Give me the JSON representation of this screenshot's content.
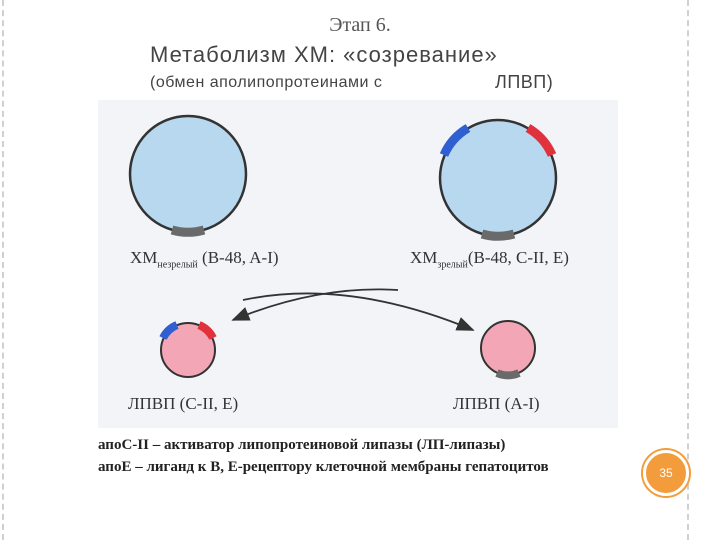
{
  "slide": {
    "title_line1": "Этап 6.",
    "title_line2": "Метаболизм ХМ: «созревание»",
    "title_line3_a": "(обмен аполипопротеинами с",
    "title_line3_b": "ЛПВП)",
    "page_number": "35"
  },
  "diagram": {
    "xm_immature_main": "ХМ",
    "xm_immature_sub": "незрелый",
    "xm_immature_apo": "(B-48, A-I)",
    "xm_mature_main": "ХМ",
    "xm_mature_sub": "зрелый",
    "xm_mature_apo": "(B-48, C-II, E)",
    "hdl_left": "ЛПВП (C-II, E)",
    "hdl_right": "ЛПВП (A-I)"
  },
  "captions": {
    "line1": "апоС-II – активатор липопротеиновой липазы (ЛП-липазы)",
    "line2": "апоЕ – лиганд к В, Е-рецептору клеточной мембраны гепатоцитов"
  },
  "colors": {
    "xm_fill": "#b7d8ee",
    "hdl_fill": "#f3a6b6",
    "apo_blue": "#2f5fd0",
    "apo_red": "#e0323c",
    "apo_gray": "#6a6a6a",
    "badge": "#f39c3b"
  }
}
